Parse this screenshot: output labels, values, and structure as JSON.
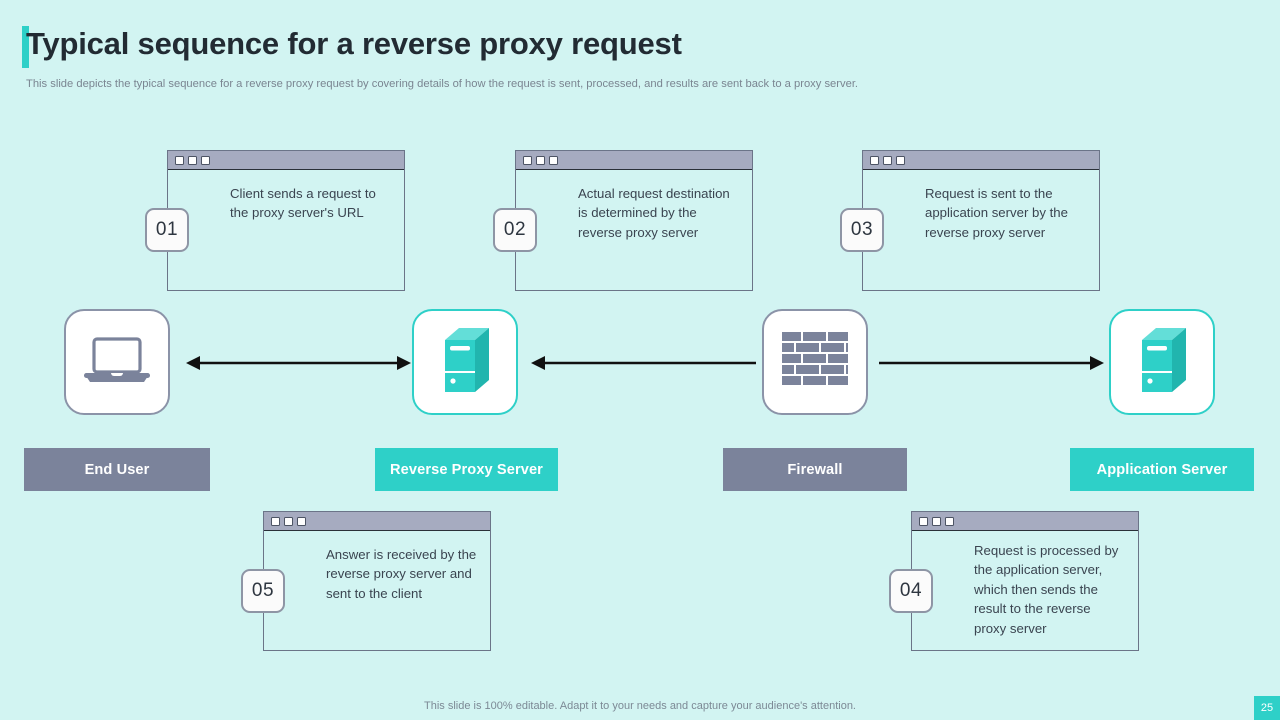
{
  "header": {
    "title": "Typical sequence for a reverse proxy request",
    "subtitle": "This slide depicts the typical sequence for a reverse proxy request by covering details of how the request is sent, processed, and results are sent back to a proxy  server.",
    "accent_color": "#2ed0c8"
  },
  "steps": [
    {
      "number": "01",
      "text": "Client sends a request to the proxy server's URL",
      "position": "top-left"
    },
    {
      "number": "02",
      "text": "Actual request destination is determined by the reverse proxy server",
      "position": "top-center"
    },
    {
      "number": "03",
      "text": "Request is sent to the application server by the reverse proxy server",
      "position": "top-right"
    },
    {
      "number": "05",
      "text": "Answer is received by the reverse proxy server and sent to the client",
      "position": "bottom-left"
    },
    {
      "number": "04",
      "text": "Request is processed by the application server, which then sends the result to the reverse proxy server",
      "position": "bottom-right"
    }
  ],
  "nodes": [
    {
      "label": "End User",
      "icon": "laptop-icon",
      "accent": "slate",
      "color": "#7b839b"
    },
    {
      "label": "Reverse Proxy Server",
      "icon": "server-icon",
      "accent": "teal",
      "color": "#2ed0c8"
    },
    {
      "label": "Firewall",
      "icon": "firewall-icon",
      "accent": "slate",
      "color": "#7b839b"
    },
    {
      "label": "Application Server",
      "icon": "server-icon",
      "accent": "teal",
      "color": "#2ed0c8"
    }
  ],
  "connectors": [
    {
      "from": "End User",
      "to": "Reverse Proxy Server",
      "style": "double-headed-arrow"
    },
    {
      "from": "Reverse Proxy Server",
      "to": "Firewall",
      "style": "left-headed-arrow"
    },
    {
      "from": "Firewall",
      "to": "Application Server",
      "style": "right-headed-arrow"
    }
  ],
  "footer": {
    "note": "This slide is 100% editable. Adapt it to your needs and capture your audience's attention.",
    "page_number": "25"
  }
}
